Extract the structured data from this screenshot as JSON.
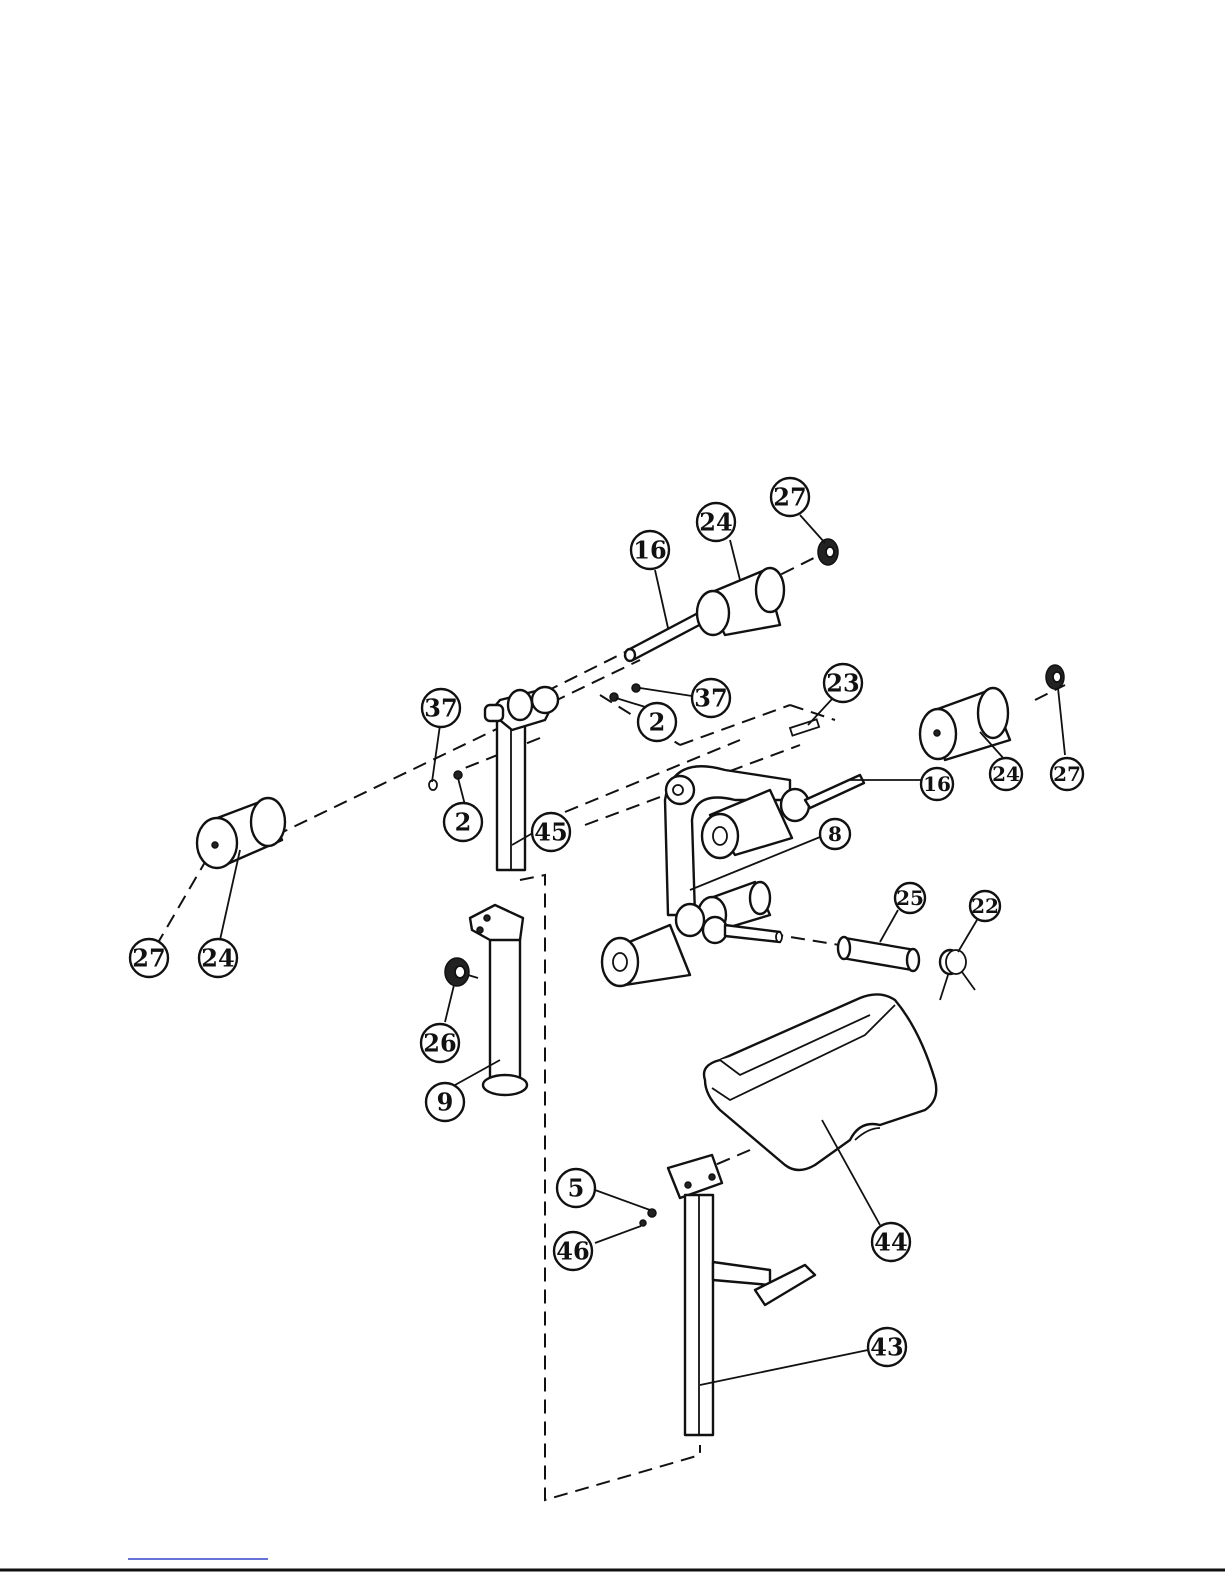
{
  "callouts": [
    {
      "id": "c27a",
      "label": "27"
    },
    {
      "id": "c24a",
      "label": "24"
    },
    {
      "id": "c16a",
      "label": "16"
    },
    {
      "id": "c37a",
      "label": "37"
    },
    {
      "id": "c2a",
      "label": "2"
    },
    {
      "id": "c23",
      "label": "23"
    },
    {
      "id": "c37b",
      "label": "37"
    },
    {
      "id": "c2b",
      "label": "2"
    },
    {
      "id": "c45",
      "label": "45"
    },
    {
      "id": "c24b",
      "label": "24"
    },
    {
      "id": "c27b",
      "label": "27"
    },
    {
      "id": "c16b",
      "label": "16"
    },
    {
      "id": "c8",
      "label": "8"
    },
    {
      "id": "c25",
      "label": "25"
    },
    {
      "id": "c22",
      "label": "22"
    },
    {
      "id": "c27c",
      "label": "27"
    },
    {
      "id": "c24c",
      "label": "24"
    },
    {
      "id": "c26",
      "label": "26"
    },
    {
      "id": "c9",
      "label": "9"
    },
    {
      "id": "c5",
      "label": "5"
    },
    {
      "id": "c46",
      "label": "46"
    },
    {
      "id": "c44",
      "label": "44"
    },
    {
      "id": "c43",
      "label": "43"
    }
  ],
  "colors": {
    "line": "#111111",
    "background": "#ffffff"
  }
}
